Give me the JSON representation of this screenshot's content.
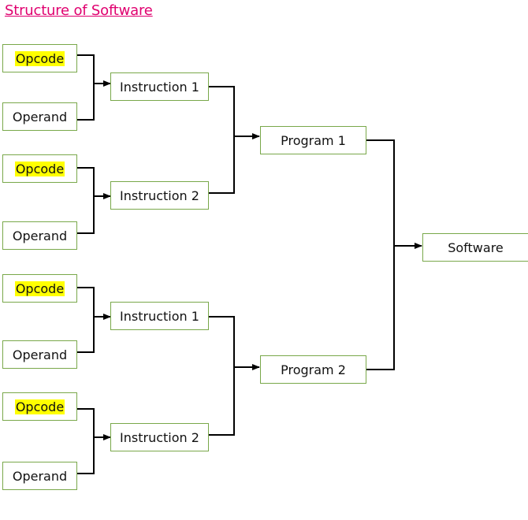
{
  "title": "Structure of Software",
  "highlight_color": "#ffff00",
  "box_border_color": "#79a84a",
  "title_color": "#e0006f",
  "opcodes": [
    "Opcode",
    "Opcode",
    "Opcode",
    "Opcode"
  ],
  "operands": [
    "Operand",
    "Operand",
    "Operand",
    "Operand"
  ],
  "instructions": [
    "Instruction 1",
    "Instruction 2",
    "Instruction 1",
    "Instruction 2"
  ],
  "programs": [
    "Program 1",
    "Program 2"
  ],
  "software": "Software"
}
